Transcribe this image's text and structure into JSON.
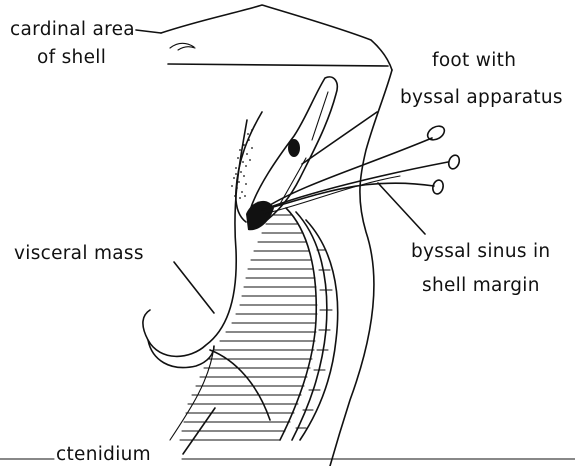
{
  "labels": {
    "cardinal_1": "cardinal area",
    "cardinal_2": "of shell",
    "foot_1": "foot with",
    "foot_2": "byssal apparatus",
    "visceral": "visceral mass",
    "sinus_1": "byssal sinus in",
    "sinus_2": "shell margin",
    "ctenidium": "ctenidium"
  },
  "colors": {
    "ink": "#111111",
    "background": "#ffffff"
  }
}
